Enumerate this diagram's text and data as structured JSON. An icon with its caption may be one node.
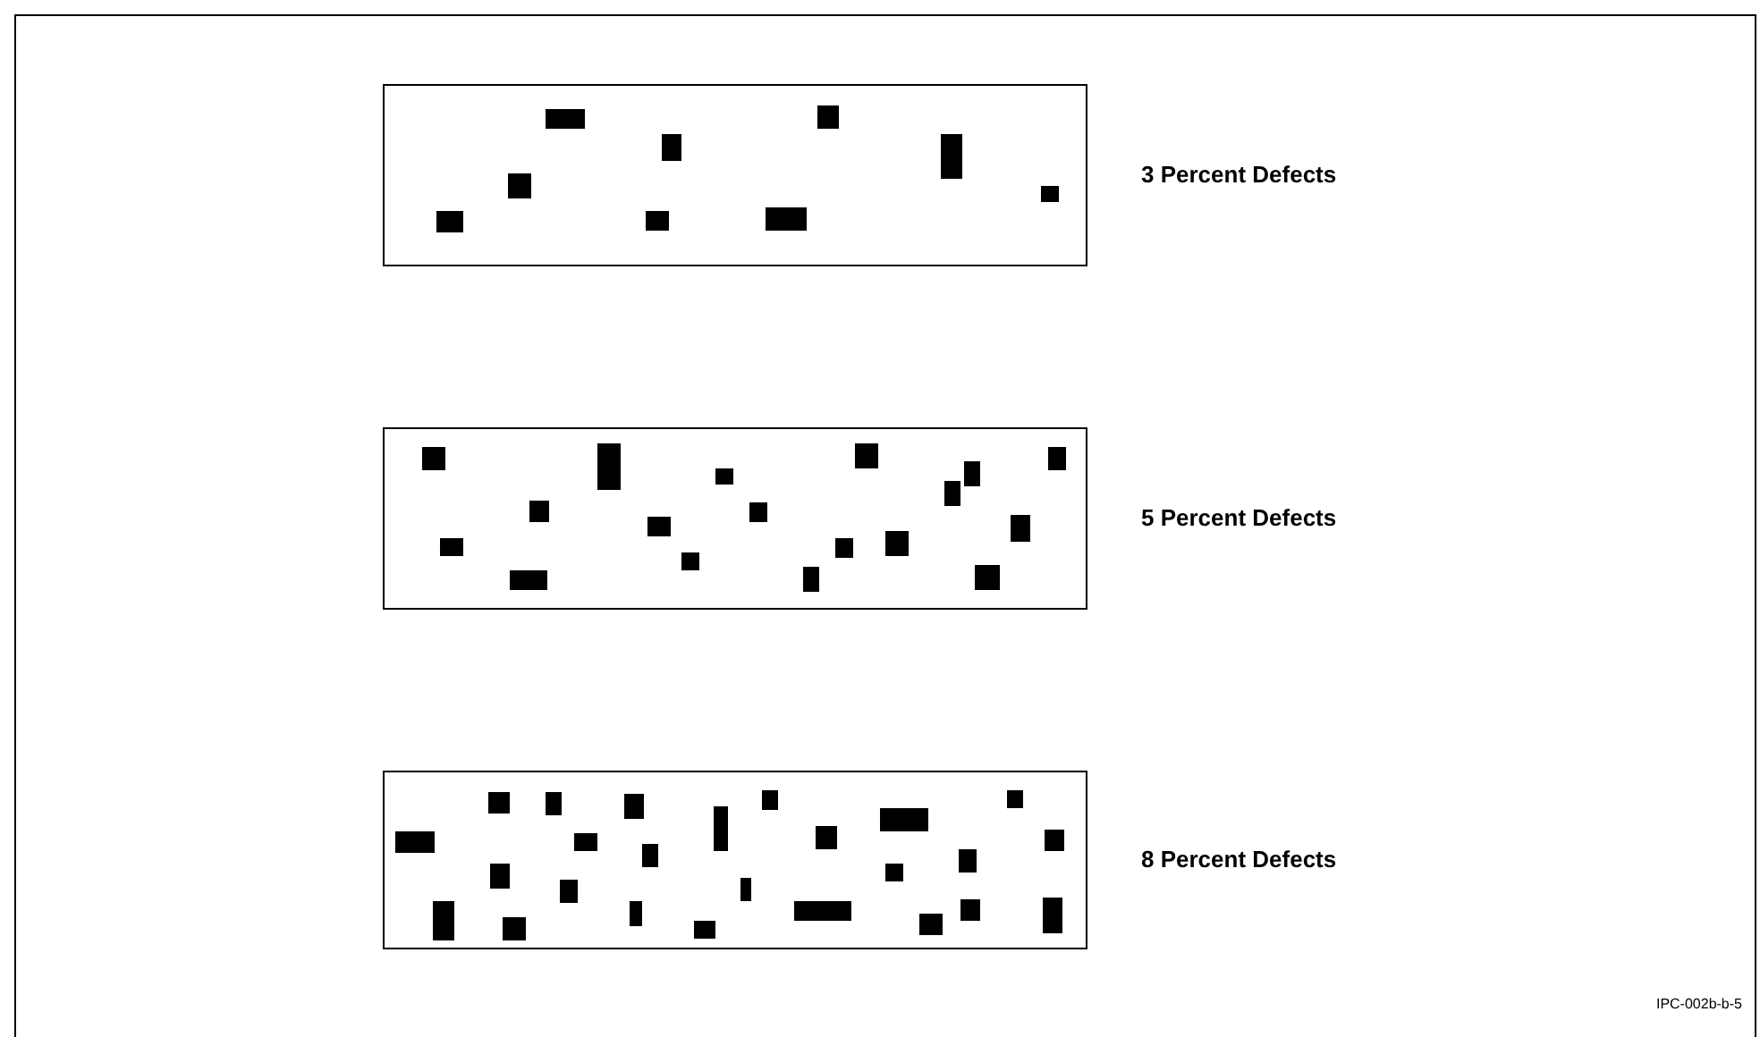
{
  "diagram": {
    "nodes": [
      {
        "text": [],
        "shape": "box",
        "beside": [
          "3 Percent Defects"
        ]
      },
      {
        "text": [],
        "shape": "box",
        "beside": [
          "5 Percent Defects"
        ]
      },
      {
        "text": [],
        "shape": "box",
        "beside": [
          "8 Percent Defects"
        ]
      }
    ],
    "labels": [
      "IPC-002b-b-5"
    ]
  }
}
